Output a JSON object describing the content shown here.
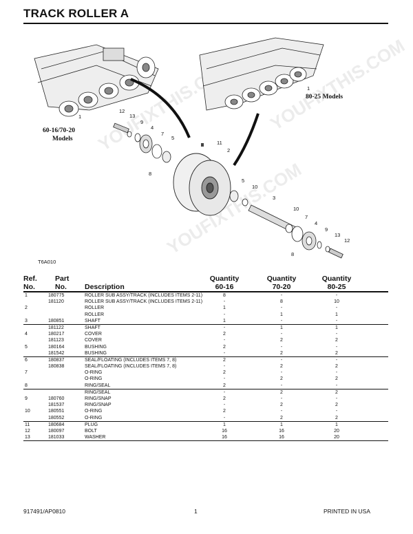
{
  "page_title": "TRACK ROLLER A",
  "figure": {
    "code": "T6A010",
    "model_labels": {
      "left_line1": "60-16/70-20",
      "left_line2": "Models",
      "right": "80-25 Models"
    },
    "callouts": {
      "c1a": "1",
      "c1b": "1",
      "c12a": "12",
      "c13a": "13",
      "c9a": "9",
      "c4a": "4",
      "c7a": "7",
      "c8a": "8",
      "c5a": "5",
      "c11": "11",
      "c2": "2",
      "c5b": "5",
      "c10a": "10",
      "c3": "3",
      "c10b": "10",
      "c7b": "7",
      "c4b": "4",
      "c9b": "9",
      "c13b": "13",
      "c12b": "12",
      "c8b": "8"
    },
    "watermark": "YOUFIXTHIS.COM"
  },
  "table": {
    "headers": {
      "ref_line1": "Ref.",
      "ref_line2": "No.",
      "part_line1": "Part",
      "part_line2": "No.",
      "desc": "Description",
      "q1_line1": "Quantity",
      "q1_line2": "60-16",
      "q2_line1": "Quantity",
      "q2_line2": "70-20",
      "q3_line1": "Quantity",
      "q3_line2": "80-25"
    },
    "groups": [
      [
        {
          "ref": "1",
          "part": "180775",
          "desc": "ROLLER SUB ASSY/TRACK (INCLUDES ITEMS 2-11)",
          "q1": "8",
          "q2": "-",
          "q3": "-"
        },
        {
          "ref": "",
          "part": "181120",
          "desc": "ROLLER SUB ASSY/TRACK (INCLUDES ITEMS 2-11)",
          "q1": "-",
          "q2": "8",
          "q3": "10"
        },
        {
          "ref": "2",
          "part": "",
          "desc": "ROLLER",
          "q1": "1",
          "q2": "-",
          "q3": "-"
        },
        {
          "ref": "",
          "part": "",
          "desc": "ROLLER",
          "q1": "-",
          "q2": "1",
          "q3": "1"
        },
        {
          "ref": "3",
          "part": "180851",
          "desc": "SHAFT",
          "q1": "1",
          "q2": "-",
          "q3": "-"
        }
      ],
      [
        {
          "ref": "",
          "part": "181122",
          "desc": "SHAFT",
          "q1": "-",
          "q2": "1",
          "q3": "1"
        },
        {
          "ref": "4",
          "part": "180217",
          "desc": "COVER",
          "q1": "2",
          "q2": "-",
          "q3": "-"
        },
        {
          "ref": "",
          "part": "181123",
          "desc": "COVER",
          "q1": "-",
          "q2": "2",
          "q3": "2"
        },
        {
          "ref": "5",
          "part": "180164",
          "desc": "BUSHING",
          "q1": "2",
          "q2": "-",
          "q3": "-"
        },
        {
          "ref": "",
          "part": "181542",
          "desc": "BUSHING",
          "q1": "-",
          "q2": "2",
          "q3": "2"
        }
      ],
      [
        {
          "ref": "6",
          "part": "180837",
          "desc": "SEAL/FLOATING (INCLUDES ITEMS 7, 8)",
          "q1": "2",
          "q2": "-",
          "q3": "-"
        },
        {
          "ref": "",
          "part": "180838",
          "desc": "SEAL/FLOATING (INCLUDES ITEMS 7, 8)",
          "q1": "-",
          "q2": "2",
          "q3": "2"
        },
        {
          "ref": "7",
          "part": "",
          "desc": "O-RING",
          "q1": "2",
          "q2": "-",
          "q3": "-"
        },
        {
          "ref": "",
          "part": "",
          "desc": "O-RING",
          "q1": "-",
          "q2": "2",
          "q3": "2"
        },
        {
          "ref": "8",
          "part": "",
          "desc": "RING/SEAL",
          "q1": "2",
          "q2": "-",
          "q3": "-"
        }
      ],
      [
        {
          "ref": "",
          "part": "",
          "desc": "RING/SEAL",
          "q1": "-",
          "q2": "2",
          "q3": "2"
        },
        {
          "ref": "9",
          "part": "180760",
          "desc": "RING/SNAP",
          "q1": "2",
          "q2": "-",
          "q3": "-"
        },
        {
          "ref": "",
          "part": "181537",
          "desc": "RING/SNAP",
          "q1": "-",
          "q2": "2",
          "q3": "2"
        },
        {
          "ref": "10",
          "part": "180551",
          "desc": "O-RING",
          "q1": "2",
          "q2": "-",
          "q3": "-"
        },
        {
          "ref": "",
          "part": "180552",
          "desc": "O-RING",
          "q1": "-",
          "q2": "2",
          "q3": "2"
        }
      ],
      [
        {
          "ref": "11",
          "part": "180684",
          "desc": "PLUG",
          "q1": "1",
          "q2": "1",
          "q3": "1"
        },
        {
          "ref": "12",
          "part": "180097",
          "desc": "BOLT",
          "q1": "16",
          "q2": "16",
          "q3": "20"
        },
        {
          "ref": "13",
          "part": "181033",
          "desc": "WASHER",
          "q1": "16",
          "q2": "16",
          "q3": "20"
        }
      ]
    ]
  },
  "footer": {
    "doc_code": "917491/AP0810",
    "page_number": "1",
    "printed": "PRINTED IN USA"
  }
}
